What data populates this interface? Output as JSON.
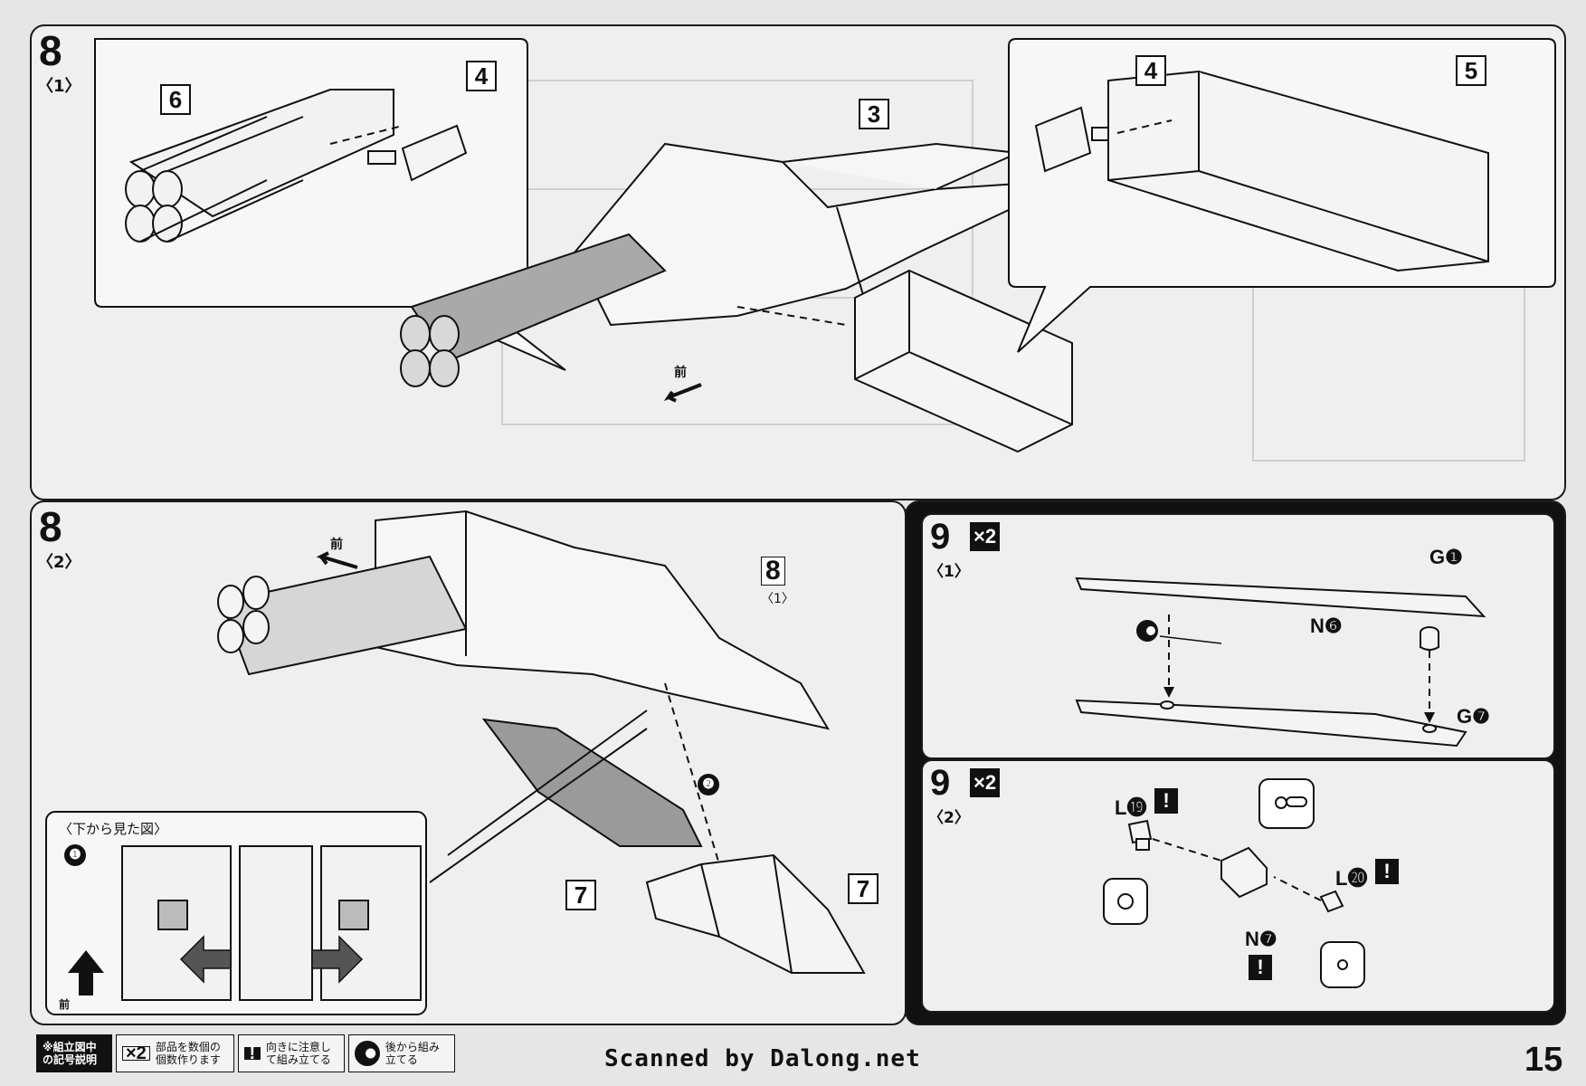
{
  "step8_1": {
    "step": "8",
    "sub": "〈1〉",
    "callouts": [
      "6",
      "4",
      "3",
      "4",
      "5"
    ],
    "front_label": "前"
  },
  "step8_2": {
    "step": "8",
    "sub": "〈2〉",
    "ref_step": "8",
    "ref_sub": "〈1〉",
    "callouts": [
      "7",
      "7"
    ],
    "front_label": "前",
    "circled": [
      "❷"
    ],
    "inset": {
      "title": "〈下から見た図〉",
      "circled": "❶",
      "front_label": "前"
    }
  },
  "step9_1": {
    "step": "9",
    "sub": "〈1〉",
    "multiplier": "×2",
    "parts": [
      "G❶",
      "N❻",
      "G❼"
    ]
  },
  "step9_2": {
    "step": "9",
    "sub": "〈2〉",
    "multiplier": "×2",
    "parts": [
      "L⓳",
      "L⓴",
      "N❼"
    ],
    "warning": "!"
  },
  "legend": {
    "title": "※組立図中の記号説明",
    "items": [
      {
        "icon": "×2",
        "text": "部品を数個の個数作ります",
        "icon_name": "multiplier-icon"
      },
      {
        "icon": "!",
        "text": "向きに注意して組み立てる",
        "icon_name": "warning-icon"
      },
      {
        "icon": "",
        "text": "後から組み立てる",
        "icon_name": "assemble-later-icon"
      }
    ]
  },
  "footer": {
    "credit": "Scanned by Dalong.net",
    "page_number": "15"
  },
  "colors": {
    "panel_bg": "#efefef",
    "ink": "#111111",
    "page_bg": "#e6e6e6"
  }
}
